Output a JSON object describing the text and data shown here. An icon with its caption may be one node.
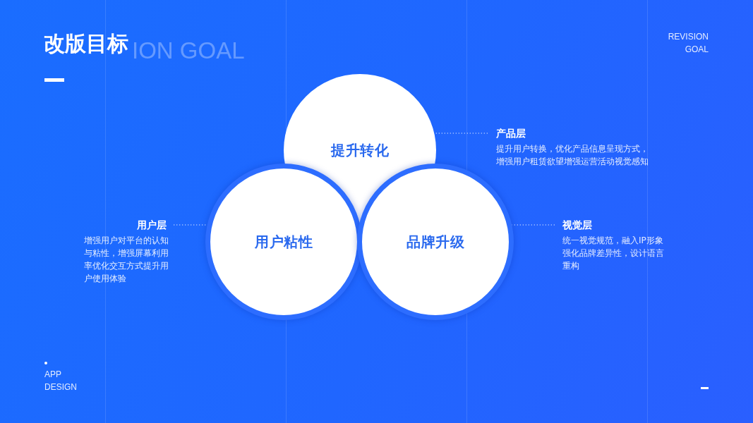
{
  "diagram": {
    "title": "改版目标",
    "nodes": [
      {
        "text": [
          "提升转化"
        ]
      },
      {
        "text": [
          "产品层",
          "提升用户转换，优化产品信息呈现方式，增强用户租赁欲望增强运营活动视觉感知"
        ]
      },
      {
        "text": [
          "用户层",
          "增强用户对平台的认知与粘性，增强屏幕利用率优化交互方式提升用户使用体验"
        ]
      },
      {
        "text": [
          "用户粘性"
        ]
      },
      {
        "text": [
          "品牌升级"
        ]
      },
      {
        "text": [
          "视觉层",
          "统一视觉规范，融入IP形象强化品牌差异性，设计语言重构"
        ]
      }
    ],
    "edges": [
      {
        "from": 1,
        "to": 0,
        "arrow": "none",
        "style": "dashed"
      },
      {
        "from": 2,
        "to": 3,
        "arrow": "none",
        "style": "dashed"
      },
      {
        "from": 5,
        "to": 4,
        "arrow": "none",
        "style": "dashed"
      }
    ],
    "labels": [
      "ION GOAL",
      "REVISION GOAL",
      "APP DESIGN"
    ]
  }
}
